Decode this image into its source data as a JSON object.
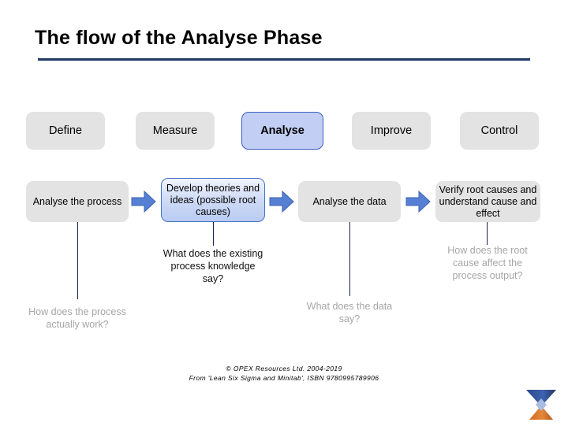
{
  "slide": {
    "title": "The flow of the Analyse Phase",
    "accent_rule_color": "#1f3864",
    "background": "#ffffff"
  },
  "phases": [
    {
      "label": "Define",
      "active": false,
      "box_color": "#e3e3e3"
    },
    {
      "label": "Measure",
      "active": false,
      "box_color": "#e3e3e3"
    },
    {
      "label": "Analyse",
      "active": true,
      "box_color": "#c3cef5"
    },
    {
      "label": "Improve",
      "active": false,
      "box_color": "#e3e3e3"
    },
    {
      "label": "Control",
      "active": false,
      "box_color": "#e3e3e3"
    }
  ],
  "steps": [
    {
      "label": "Analyse the process",
      "highlight": false
    },
    {
      "label": "Develop theories and ideas (possible root causes)",
      "highlight": true
    },
    {
      "label": "Analyse the data",
      "highlight": false
    },
    {
      "label": "Verify root causes and understand cause and effect",
      "highlight": false
    }
  ],
  "arrows": [
    {
      "name": "arrow-1",
      "color": "#4f7fd1"
    },
    {
      "name": "arrow-2",
      "color": "#4f7fd1"
    },
    {
      "name": "arrow-3",
      "color": "#4f7fd1"
    }
  ],
  "captions": [
    {
      "label": "How does the process actually work?",
      "tone": "grey"
    },
    {
      "label": "What does the existing process knowledge say?",
      "tone": "dark"
    },
    {
      "label": "What does the data say?",
      "tone": "grey"
    },
    {
      "label": "How does the root cause affect the process output?",
      "tone": "grey"
    }
  ],
  "footer": {
    "line1": "© OPEX Resources Ltd. 2004-2019",
    "line2": "From 'Lean Six Sigma and Minitab', ISBN 9780995789906"
  },
  "logo": {
    "name": "opex-hourglass-logo",
    "top_color_dark": "#2f4b8f",
    "top_color_light": "#4a6fc0",
    "bottom_color_dark": "#c05a18",
    "bottom_color_light": "#e28a3c",
    "inner_color": "#9fb4e0"
  }
}
